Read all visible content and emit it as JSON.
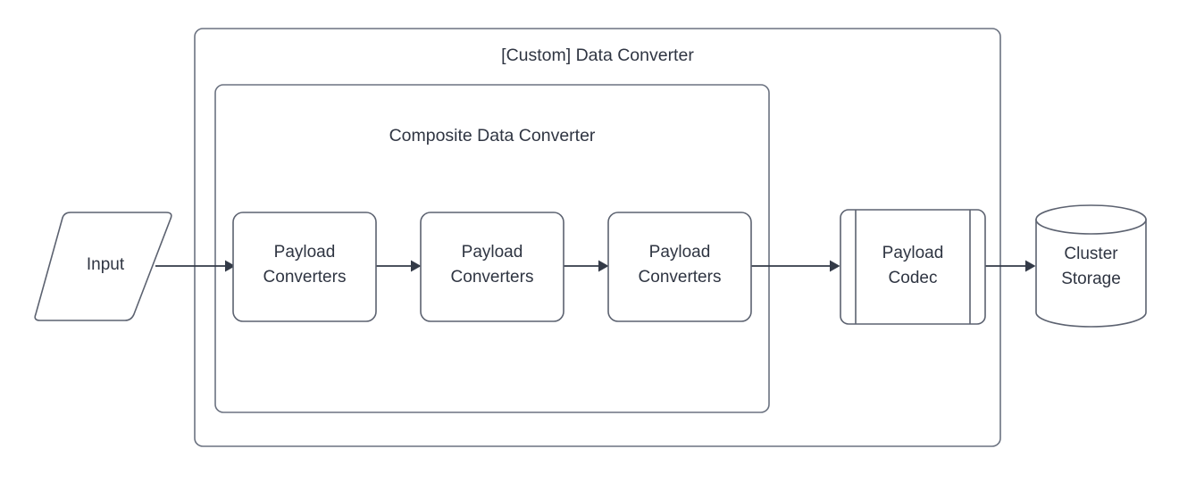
{
  "diagram": {
    "title": "[Custom] Data Converter",
    "containers": [
      {
        "id": "custom-data-converter",
        "label": "[Custom] Data Converter"
      },
      {
        "id": "composite-data-converter",
        "label": "Composite Data Converter"
      }
    ],
    "nodes": [
      {
        "id": "input",
        "shape": "parallelogram",
        "label": "Input",
        "lines": [
          "Input"
        ]
      },
      {
        "id": "payload-converters-1",
        "shape": "rounded-rectangle",
        "label": "Payload Converters",
        "lines": [
          "Payload",
          "Converters"
        ]
      },
      {
        "id": "payload-converters-2",
        "shape": "rounded-rectangle",
        "label": "Payload Converters",
        "lines": [
          "Payload",
          "Converters"
        ]
      },
      {
        "id": "payload-converters-3",
        "shape": "rounded-rectangle",
        "label": "Payload Converters",
        "lines": [
          "Payload",
          "Converters"
        ]
      },
      {
        "id": "payload-codec",
        "shape": "predefined-process",
        "label": "Payload Codec",
        "lines": [
          "Payload",
          "Codec"
        ]
      },
      {
        "id": "cluster-storage",
        "shape": "cylinder",
        "label": "Cluster Storage",
        "lines": [
          "Cluster",
          "Storage"
        ]
      }
    ],
    "edges": [
      {
        "id": "edge-input-to-pc1",
        "from": "input",
        "to": "payload-converters-1",
        "arrow": "filled-triangle"
      },
      {
        "id": "edge-pc1-to-pc2",
        "from": "payload-converters-1",
        "to": "payload-converters-2",
        "arrow": "filled-triangle"
      },
      {
        "id": "edge-pc2-to-pc3",
        "from": "payload-converters-2",
        "to": "payload-converters-3",
        "arrow": "filled-triangle"
      },
      {
        "id": "edge-pc3-to-codec",
        "from": "payload-converters-3",
        "to": "payload-codec",
        "arrow": "filled-triangle"
      },
      {
        "id": "edge-codec-to-storage",
        "from": "payload-codec",
        "to": "cluster-storage",
        "arrow": "filled-triangle"
      }
    ],
    "colors": {
      "background": "#ffffff",
      "shape_fill": "#ffffff",
      "shape_stroke": "#5c6270",
      "container_stroke": "#6b7280",
      "connector": "#333a47",
      "text": "#2f3542"
    }
  }
}
